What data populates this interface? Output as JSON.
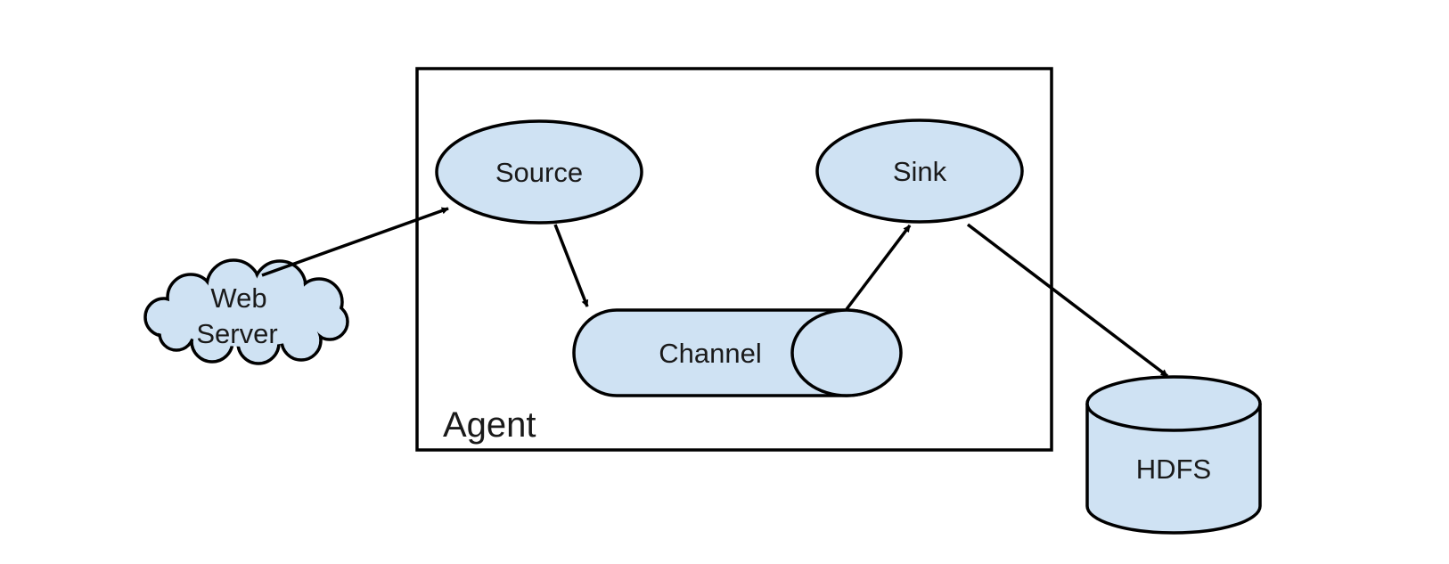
{
  "diagram": {
    "nodes": {
      "agent": {
        "label": "Agent"
      },
      "source": {
        "label": "Source"
      },
      "sink": {
        "label": "Sink"
      },
      "channel": {
        "label": "Channel"
      },
      "web_server": {
        "line1": "Web",
        "line2": "Server"
      },
      "hdfs": {
        "label": "HDFS"
      }
    },
    "edges": [
      {
        "from": "web_server",
        "to": "source"
      },
      {
        "from": "source",
        "to": "channel"
      },
      {
        "from": "channel",
        "to": "sink"
      },
      {
        "from": "sink",
        "to": "hdfs"
      }
    ],
    "colors": {
      "node_fill": "#cfe2f3",
      "stroke": "#000000",
      "background": "#ffffff"
    }
  }
}
